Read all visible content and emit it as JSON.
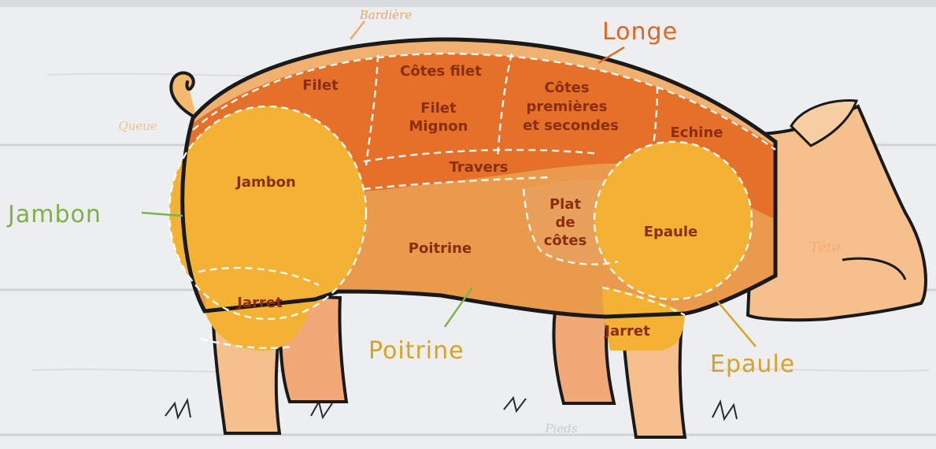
{
  "colors": {
    "background": "#e9ebec",
    "outline": "#1a1a1a",
    "bardiere": "#f0b070",
    "longe": "#e4702a",
    "jambon": "#f3b233",
    "poitrine": "#ea9a4b",
    "plat_de_cotes": "#e8a05a",
    "epaule": "#f3b233",
    "tete": "#f6c08c",
    "legs": "#f6c08c",
    "cut_text": "#8a2e0f",
    "minor_text": "#eaa66e",
    "longe_callout": "#e06624",
    "yellow_callout": "#d9a125",
    "green_callout": "#7fb04a"
  },
  "labels": {
    "bardiere": "Bardière",
    "queue": "Queue",
    "pieds": "Pieds",
    "tete": "Tête",
    "longe_callout": "Longe",
    "jambon_callout": "Jambon",
    "poitrine_callout": "Poitrine",
    "epaule_callout": "Epaule"
  },
  "cuts": {
    "filet": "Filet",
    "cotes_filet": "Côtes filet",
    "filet_mignon_1": "Filet",
    "filet_mignon_2": "Mignon",
    "cotes_premieres_1": "Côtes",
    "cotes_premieres_2": "premières",
    "cotes_premieres_3": "et secondes",
    "echine": "Echine",
    "travers": "Travers",
    "jambon": "Jambon",
    "jarret_back": "Jarret",
    "poitrine": "Poitrine",
    "plat_de_cotes_1": "Plat",
    "plat_de_cotes_2": "de",
    "plat_de_cotes_3": "côtes",
    "epaule": "Epaule",
    "jarret_front": "Jarret"
  }
}
